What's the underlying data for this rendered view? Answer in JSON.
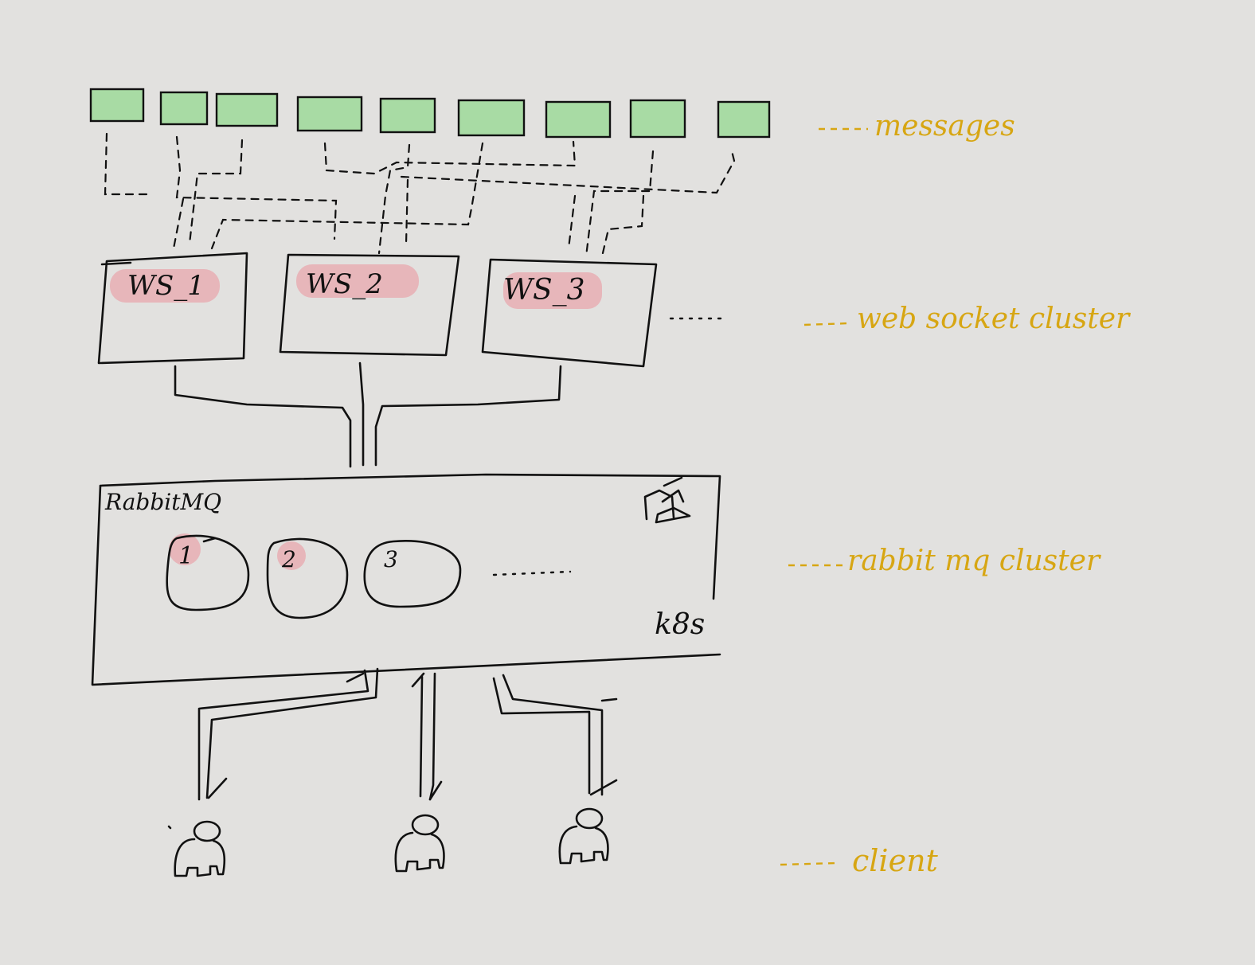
{
  "colors": {
    "background": "#e2e1df",
    "message_fill": "#a8dba4",
    "highlight": "#e8a7ae",
    "annotation": "#d7a613",
    "ink": "#111111"
  },
  "messages": {
    "count": 9
  },
  "ws_cluster": {
    "nodes": [
      {
        "label": "WS_1"
      },
      {
        "label": "WS_2"
      },
      {
        "label": "WS_3"
      }
    ]
  },
  "rabbitmq": {
    "title": "RabbitMQ",
    "queues": [
      {
        "label": "1"
      },
      {
        "label": "2"
      },
      {
        "label": "3"
      }
    ],
    "platform": "k8s",
    "platform_icon": "cube-stack-icon"
  },
  "clients": {
    "count": 3,
    "icon": "user-icon"
  },
  "annotations": {
    "messages": "messages",
    "ws": "web socket cluster",
    "rabbit": "rabbit mq cluster",
    "client": "client"
  }
}
